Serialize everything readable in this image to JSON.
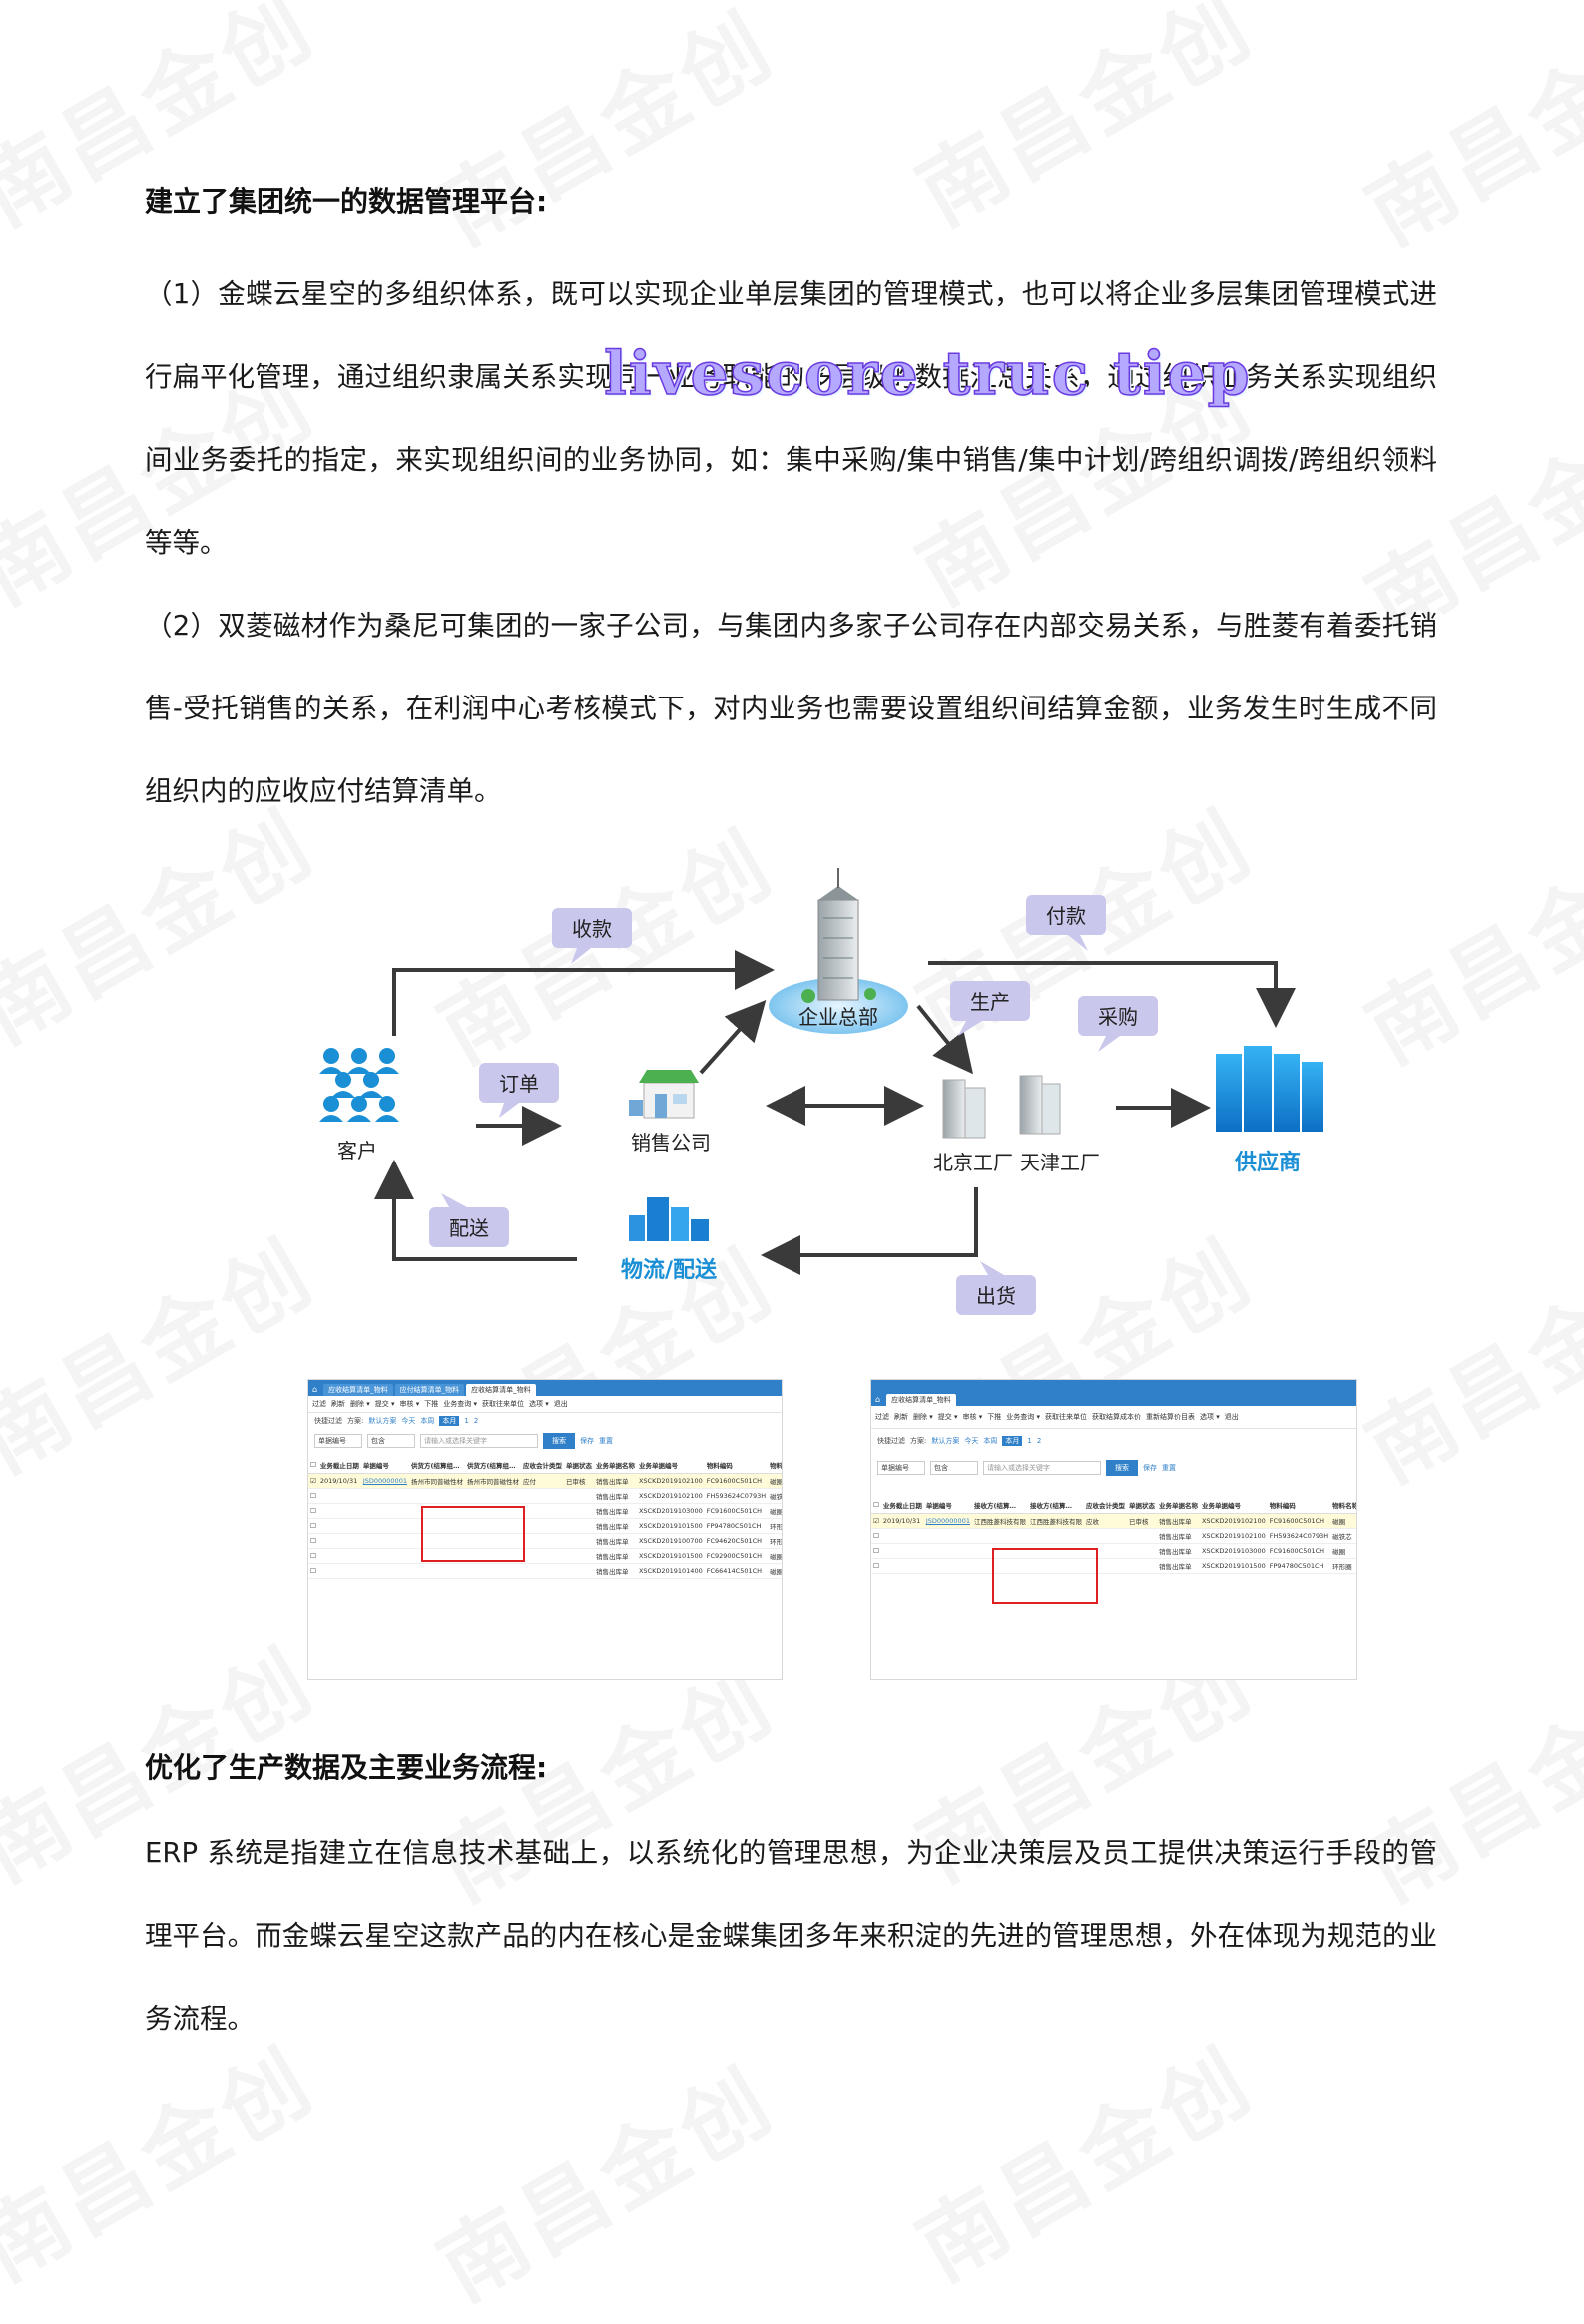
{
  "watermark": "南昌金创",
  "overlay_text": "livescore truc tiep",
  "section1": {
    "heading": "建立了集团统一的数据管理平台:",
    "para1": "（1）金蝶云星空的多组织体系，既可以实现企业单层集团的管理模式，也可以将企业多层集团管理模式进行扁平化管理，通过组织隶属关系实现同一业务职能的多层级的数据汇总关系，通过组织业务关系实现组织间业务委托的指定，来实现组织间的业务协同，如：集中采购/集中销售/集中计划/跨组织调拨/跨组织领料等等。",
    "para2": "（2）双菱磁材作为桑尼可集团的一家子公司，与集团内多家子公司存在内部交易关系，与胜菱有着委托销售-受托销售的关系，在利润中心考核模式下，对内业务也需要设置组织间结算金额，业务发生时生成不同组织内的应收应付结算清单。"
  },
  "diagram": {
    "nodes": {
      "customer": "客户",
      "sales_company": "销售公司",
      "hq": "企业总部",
      "beijing": "北京工厂",
      "tianjin": "天津工厂",
      "supplier": "供应商",
      "logistics": "物流/配送"
    },
    "callouts": {
      "collect": "收款",
      "pay": "付款",
      "order": "订单",
      "produce": "生产",
      "purchase": "采购",
      "deliver": "配送",
      "ship": "出货"
    }
  },
  "screenshot_left": {
    "tabs": [
      "应收结算清单_物料",
      "应付结算清单_物料",
      "应收结算清单_物料"
    ],
    "toolbar": [
      "过滤",
      "刷新",
      "删除 ▾",
      "提交 ▾",
      "审核 ▾",
      "下推",
      "业务查询 ▾",
      "获取往来单位",
      "选项 ▾",
      "退出"
    ],
    "filter": {
      "label": "快捷过滤",
      "scheme": "方案:",
      "default": "默认方案",
      "today": "今天",
      "week": "本周",
      "active": "本月",
      "n1": "1",
      "n2": "2"
    },
    "search": {
      "field": "单据编号",
      "op": "包含",
      "placeholder": "请输入或选择关键字",
      "button": "搜索",
      "save": "保存",
      "reset": "重置"
    },
    "columns": [
      "业务截止日期",
      "单据编号",
      "供货方(结算组…",
      "供货方(结算组…",
      "应收会计类型",
      "单据状态",
      "业务单据名称",
      "业务单据编号",
      "物料编码",
      "物料名称"
    ],
    "rows": [
      [
        "2019/10/31",
        "JSD00000001",
        "扬州市同普磁性材",
        "扬州市同普磁性材",
        "应付",
        "已审核",
        "销售出库单",
        "XSCKD2019102100",
        "FC91600C501CH",
        "磁圈"
      ],
      [
        "",
        "",
        "",
        "",
        "",
        "",
        "销售出库单",
        "XSCKD2019102100",
        "FH593624C0793H",
        "磁铁芯"
      ],
      [
        "",
        "",
        "",
        "",
        "",
        "",
        "销售出库单",
        "XSCKD2019103000",
        "FC91600C501CH",
        "磁圈"
      ],
      [
        "",
        "",
        "",
        "",
        "",
        "",
        "销售出库单",
        "XSCKD2019101500",
        "FP94780C501CH",
        "环形圈"
      ],
      [
        "",
        "",
        "",
        "",
        "",
        "",
        "销售出库单",
        "XSCKD2019100700",
        "FC94620C501CH",
        "环形圈"
      ],
      [
        "",
        "",
        "",
        "",
        "",
        "",
        "销售出库单",
        "XSCKD2019101500",
        "FC92900C501CH",
        "磁圈"
      ],
      [
        "",
        "",
        "",
        "",
        "",
        "",
        "销售出库单",
        "XSCKD2019101400",
        "FC66414C501CH",
        "磁圈"
      ]
    ]
  },
  "screenshot_right": {
    "tabs": [
      "应收结算清单_物料"
    ],
    "toolbar": [
      "过滤",
      "刷新",
      "删除 ▾",
      "提交 ▾",
      "审核 ▾",
      "下推",
      "业务查询 ▾",
      "获取往来单位",
      "获取结算成本价",
      "重新结算价目表",
      "选项 ▾",
      "退出"
    ],
    "filter": {
      "label": "快捷过滤",
      "scheme": "方案:",
      "default": "默认方案",
      "today": "今天",
      "week": "本周",
      "active": "本月",
      "n1": "1",
      "n2": "2"
    },
    "search": {
      "field": "单据编号",
      "op": "包含",
      "placeholder": "请输入或选择关键字",
      "button": "搜索",
      "save": "保存",
      "reset": "重置"
    },
    "columns": [
      "业务截止日期",
      "单据编号",
      "接收方(结算…",
      "接收方(结算…",
      "应收会计类型",
      "单据状态",
      "业务单据名称",
      "业务单据编号",
      "物料编码",
      "物料名称"
    ],
    "rows": [
      [
        "2019/10/31",
        "JSD00000001",
        "江西胜菱科技有限",
        "江西胜菱科技有限",
        "应收",
        "已审核",
        "销售出库单",
        "XSCKD2019102100",
        "FC91600C501CH",
        "磁圈"
      ],
      [
        "",
        "",
        "",
        "",
        "",
        "",
        "销售出库单",
        "XSCKD2019102100",
        "FH593624C0793H",
        "磁铁芯"
      ],
      [
        "",
        "",
        "",
        "",
        "",
        "",
        "销售出库单",
        "XSCKD2019103000",
        "FC91600C501CH",
        "磁圈"
      ],
      [
        "",
        "",
        "",
        "",
        "",
        "",
        "销售出库单",
        "XSCKD2019101500",
        "FP94780C501CH",
        "环形圈"
      ]
    ]
  },
  "section2": {
    "heading": "优化了生产数据及主要业务流程:",
    "para1": "ERP 系统是指建立在信息技术基础上，以系统化的管理思想，为企业决策层及员工提供决策运行手段的管理平台。而金蝶云星空这款产品的内在核心是金蝶集团多年来积淀的先进的管理思想，外在体现为规范的业务流程。"
  },
  "colors": {
    "accent": "#2f80c9",
    "callout": "#c9c7ec",
    "arrow": "#3a3a3a",
    "supplier": "#1a8fd6",
    "highlight_box": "#e02020"
  }
}
